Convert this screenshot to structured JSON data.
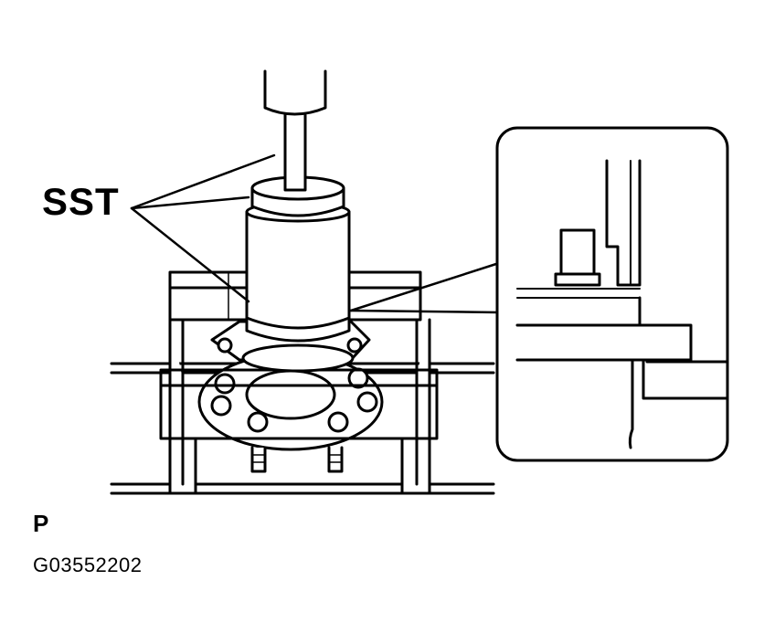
{
  "labels": {
    "sst": "SST",
    "view_code": "P",
    "figure_code": "G03552202"
  }
}
